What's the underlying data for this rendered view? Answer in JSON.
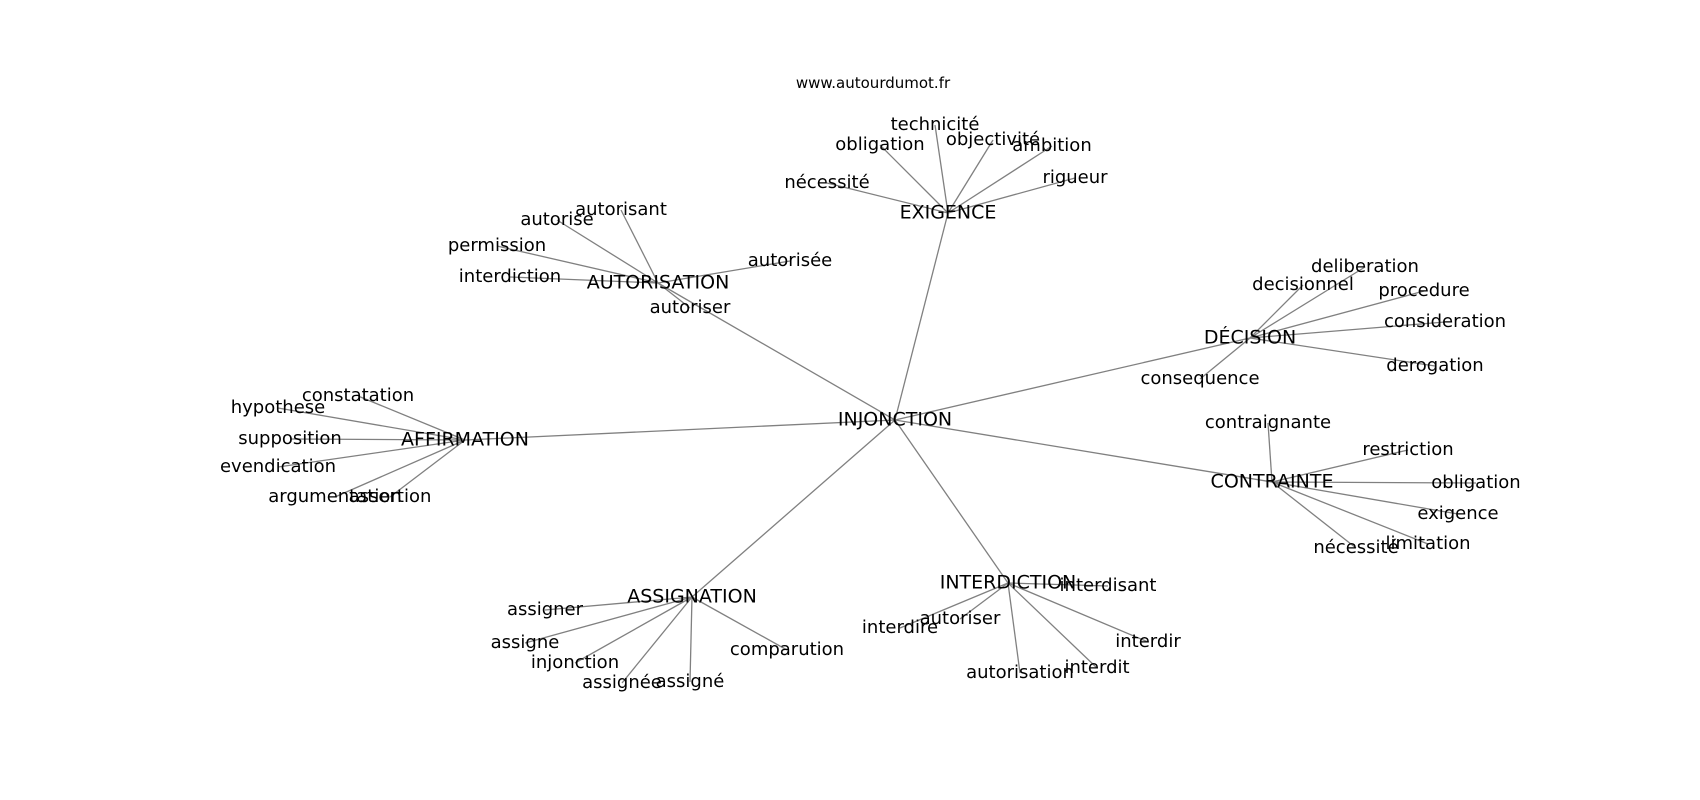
{
  "source": "www.autourdumot.fr",
  "center": "INJONCTION",
  "hubs": [
    {
      "label": "EXIGENCE",
      "leaves": [
        "obligation",
        "technicité",
        "objectivité",
        "ambition",
        "rigueur",
        "nécessité"
      ]
    },
    {
      "label": "AUTORISATION",
      "leaves": [
        "autorise",
        "autorisant",
        "permission",
        "interdiction",
        "autorisée",
        "autoriser"
      ]
    },
    {
      "label": "DÉCISION",
      "leaves": [
        "deliberation",
        "decisionnel",
        "procedure",
        "consideration",
        "derogation",
        "consequence"
      ]
    },
    {
      "label": "AFFIRMATION",
      "leaves": [
        "constatation",
        "hypothese",
        "supposition",
        "evendication",
        "argumentation",
        "assertion"
      ]
    },
    {
      "label": "CONTRAINTE",
      "leaves": [
        "contraignante",
        "restriction",
        "obligation",
        "exigence",
        "limitation",
        "nécessité"
      ]
    },
    {
      "label": "ASSIGNATION",
      "leaves": [
        "assigner",
        "assigne",
        "injonction",
        "assignée",
        "assigné",
        "comparution"
      ]
    },
    {
      "label": "INTERDICTION",
      "leaves": [
        "interdisant",
        "autoriser",
        "interdire",
        "interdir",
        "interdit",
        "autorisation"
      ]
    }
  ]
}
